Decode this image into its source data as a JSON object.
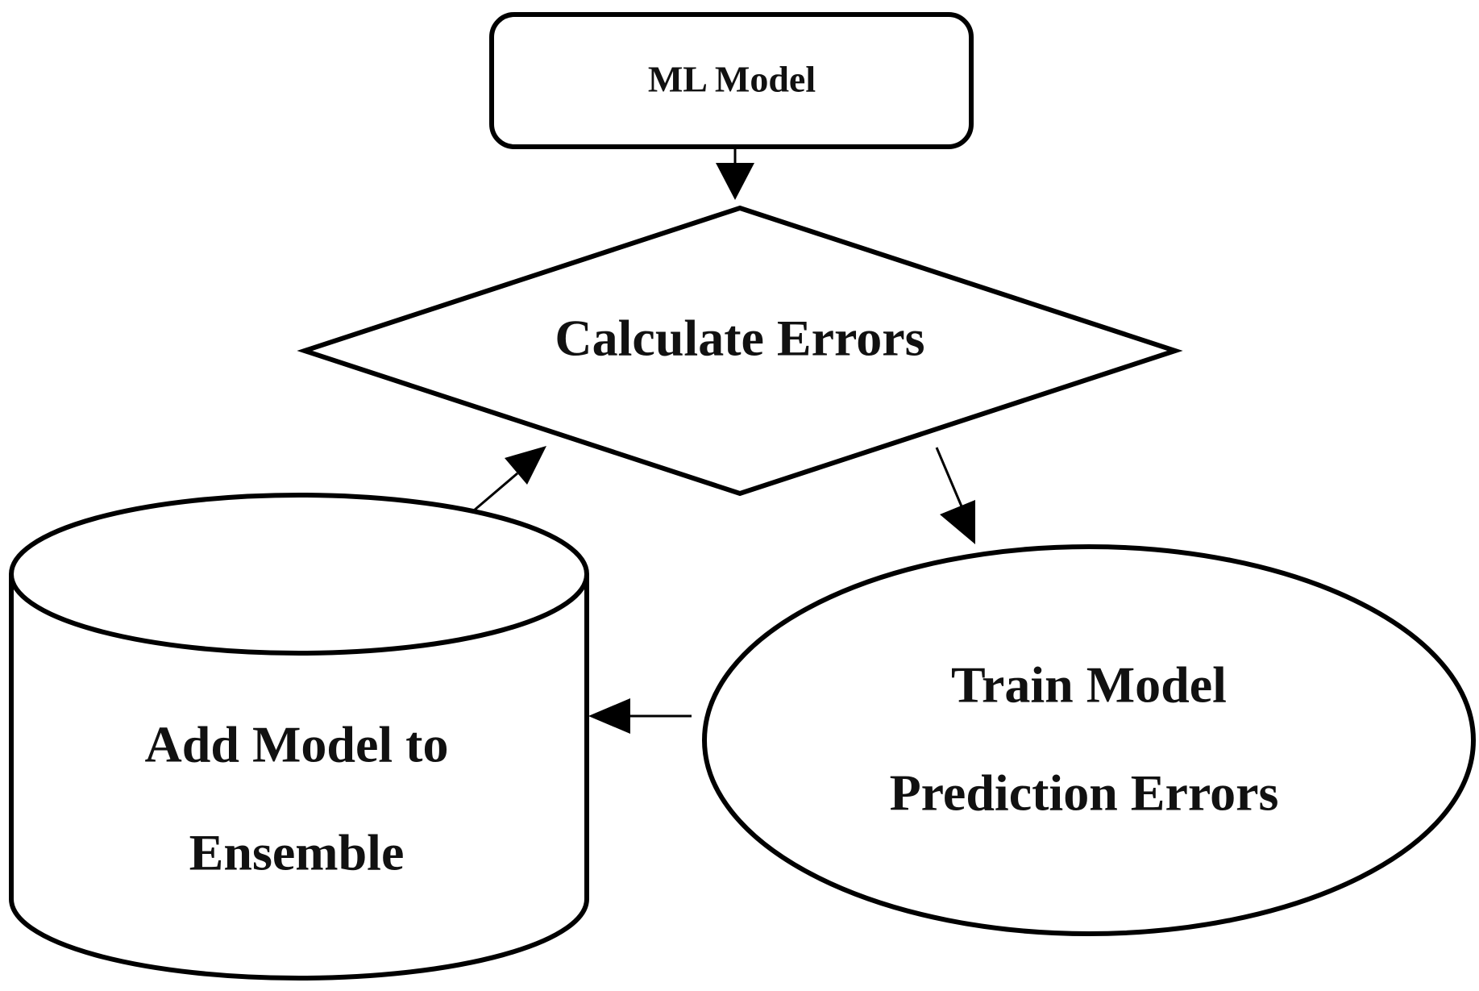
{
  "nodes": {
    "ml_model": {
      "shape": "rounded-rectangle",
      "label": "ML Model"
    },
    "calculate_errors": {
      "shape": "diamond",
      "label": "Calculate Errors"
    },
    "train_model": {
      "shape": "ellipse",
      "lines": [
        "Train Model",
        "Prediction Errors"
      ]
    },
    "add_model": {
      "shape": "cylinder",
      "lines": [
        "Add Model to",
        "Ensemble"
      ]
    }
  },
  "edges": [
    {
      "from": "ml_model",
      "to": "calculate_errors"
    },
    {
      "from": "calculate_errors",
      "to": "train_model"
    },
    {
      "from": "train_model",
      "to": "add_model"
    },
    {
      "from": "add_model",
      "to": "calculate_errors"
    }
  ],
  "colors": {
    "stroke": "#000000",
    "fill": "#ffffff",
    "text": "#111111"
  }
}
